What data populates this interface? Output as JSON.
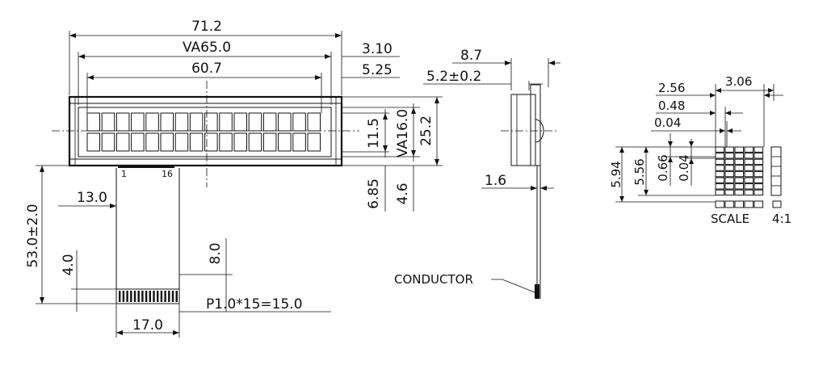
{
  "dims": {
    "module_width": "71.2",
    "va_width": "VA65.0",
    "aa_width": "60.7",
    "edge_to_va": "3.10",
    "edge_to_aa": "5.25",
    "aa_height": "11.5",
    "va_height": "VA16.0",
    "module_height": "25.2",
    "va_bottom": "6.85",
    "aa_bottom": "4.6",
    "fpc_offset": "13.0",
    "fpc_length": "53.0±2.0",
    "stiffener_left": "4.0",
    "stiffener_right": "8.0",
    "fpc_width": "17.0",
    "pitch": "P1.0*15=15.0",
    "pin_first": "1",
    "pin_last": "16",
    "side_thickness": "8.7",
    "side_glass": "5.2±0.2",
    "side_fpc": "1.6",
    "conductor_label": "CONDUCTOR",
    "char_width": "3.06",
    "dot_pitch_w": "2.56",
    "dot_w": "0.48",
    "dot_gap_w": "0.04",
    "char_height": "5.94",
    "char_height_inner": "5.56",
    "dot_h": "0.66",
    "dot_gap_h": "0.04",
    "scale_label": "SCALE",
    "scale_value": "4:1"
  }
}
